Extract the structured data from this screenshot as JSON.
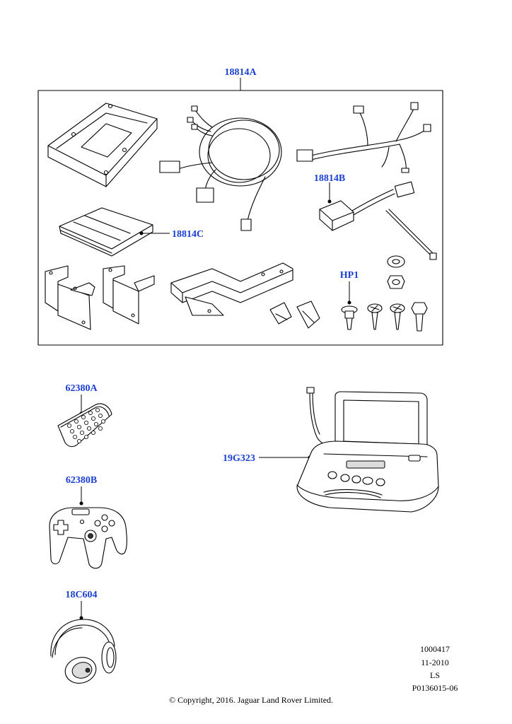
{
  "callouts": {
    "kit": "18814A",
    "harness_b": "18814B",
    "manual": "18814C",
    "hp": "HP1",
    "remote": "62380A",
    "gamepad": "62380B",
    "headphones": "18C604",
    "player": "19G323"
  },
  "drawing_info": {
    "number": "1000417",
    "date": "11-2010",
    "code": "LS",
    "ref": "P0136015-06"
  },
  "copyright": "© Copyright, 2016. Jaguar Land Rover Limited."
}
